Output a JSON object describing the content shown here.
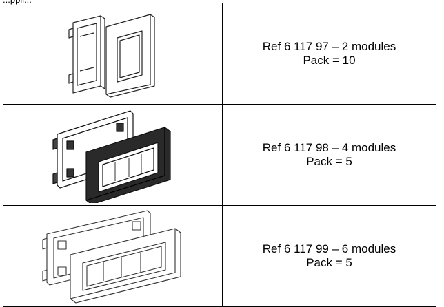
{
  "caption": "...ppli...",
  "rows": [
    {
      "ref": "Ref 6 117 97 – 2 modules",
      "pack": "Pack = 10",
      "image_icon": "2-module-frame-icon",
      "frame_color": "#ffffff"
    },
    {
      "ref": "Ref 6 117 98 – 4 modules",
      "pack": "Pack = 5",
      "image_icon": "4-module-frame-icon",
      "frame_color": "#2a2a2a"
    },
    {
      "ref": "Ref 6 117 99 – 6 modules",
      "pack": "Pack = 5",
      "image_icon": "6-module-frame-icon",
      "frame_color": "#ffffff"
    }
  ],
  "colors": {
    "border": "#000000",
    "line_art": "#222222",
    "dark_plate": "#2a2a2a"
  }
}
